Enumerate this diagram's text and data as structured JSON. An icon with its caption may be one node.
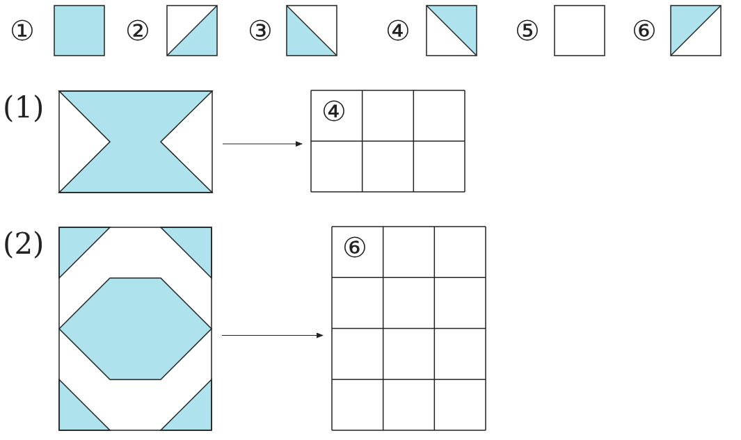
{
  "diagram": {
    "nodes": [
      {
        "text": [
          "(1)"
        ]
      },
      {
        "text": [
          "④"
        ]
      },
      {
        "text": [
          "(2)"
        ]
      },
      {
        "text": [
          "⑥"
        ]
      }
    ],
    "edges": [
      {
        "from": 0,
        "to": 1,
        "arrow": "to"
      },
      {
        "from": 2,
        "to": 3,
        "arrow": "to"
      }
    ],
    "legend": [
      {
        "text": "①"
      },
      {
        "text": "②"
      },
      {
        "text": "③"
      },
      {
        "text": "④"
      },
      {
        "text": "⑤"
      },
      {
        "text": "⑥"
      }
    ]
  }
}
